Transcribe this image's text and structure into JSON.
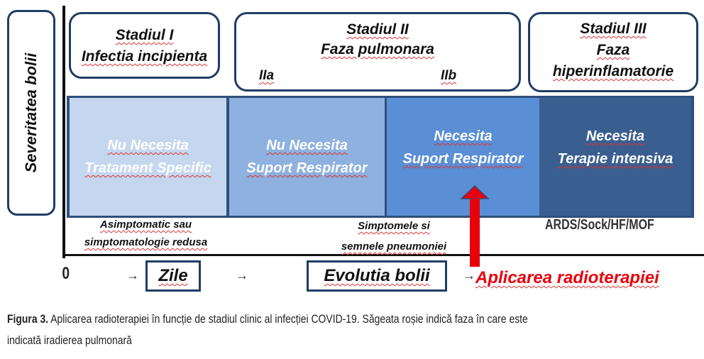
{
  "y_axis_label": "Severitatea bolii",
  "stages": [
    {
      "title": "Stadiul I",
      "subtitle": "Infectia incipienta"
    },
    {
      "title": "Stadiul II",
      "subtitle": "Faza pulmonara",
      "sub_a": "IIa",
      "sub_b": "IIb"
    },
    {
      "title": "Stadiul III",
      "subtitle_1": "Faza",
      "subtitle_2": "hiperinflamatorie"
    }
  ],
  "panels": [
    {
      "line1": "Nu Necesita",
      "line2": "Tratament  Specific",
      "color": "#c5d7ef"
    },
    {
      "line1": "Nu Necesita",
      "line2": "Suport  Respirator",
      "color": "#8eb1e0"
    },
    {
      "line1": "Necesita",
      "line2": "Suport  Respirator",
      "color": "#5a8ed5"
    },
    {
      "line1": "Necesita",
      "line2": "Terapie  intensiva",
      "color": "#3a5e8f"
    }
  ],
  "symptoms": [
    {
      "line1": "Asimptomatic sau",
      "line2": "simptomatologie  redusa"
    },
    {
      "line1": "Simptomele si",
      "line2": "semnele pneumoniei"
    },
    {
      "line1": "ARDS/Sock/HF/MOF"
    }
  ],
  "x_axis": {
    "origin": "0",
    "arrow": "→",
    "box1": "Zile",
    "box2": "Evolutia bolii"
  },
  "radiotherapy_label": "Aplicarea  radioterapiei",
  "arrow_color": "#e8000b",
  "caption": {
    "bold": "Figura 3.",
    "line1": " Aplicarea radioterapiei în funcție de stadiul clinic al infecției COVID-19. Săgeata roșie indică faza în care este",
    "line2": "indicată iradierea pulmonară"
  }
}
